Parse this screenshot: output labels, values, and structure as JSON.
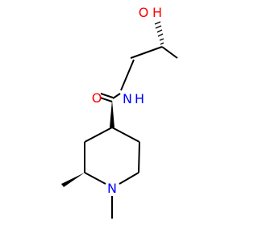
{
  "structure": {
    "atom_labels": {
      "hydroxyl": "OH",
      "hydroxyl_hydrogen": "H",
      "hydroxyl_oxygen": "O",
      "amide_nitrogen": "N",
      "amide_hydrogen": "H",
      "amide_oxygen": "O",
      "ring_nitrogen": "N"
    },
    "colors": {
      "bond": "#000000",
      "oxygen": "#ff0000",
      "nitrogen": "#0000ff",
      "background": "#ffffff"
    }
  }
}
